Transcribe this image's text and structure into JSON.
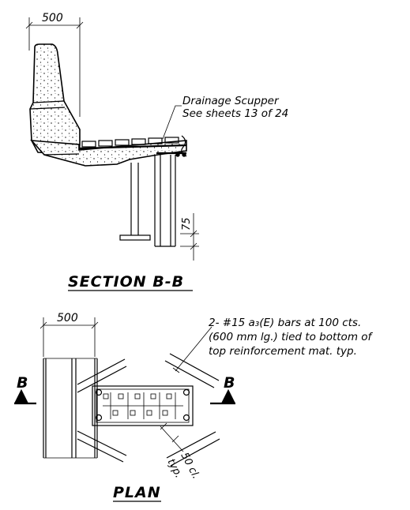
{
  "section": {
    "dim_top": "500",
    "scupper_line1": "Drainage Scupper",
    "scupper_line2": "See sheets 13 of 24",
    "dim_vertical": "75",
    "title": "SECTION B-B"
  },
  "plan": {
    "dim_top": "500",
    "note_line1": "2- #15 a₃(E) bars at 100 cts.",
    "note_line2": "(600 mm lg.) tied to bottom of",
    "note_line3": "top reinforcement mat.  typ.",
    "cut_left": "B",
    "cut_right": "B",
    "dim_diag_1": "50 cl.",
    "dim_diag_2": "typ.",
    "title": "PLAN"
  }
}
